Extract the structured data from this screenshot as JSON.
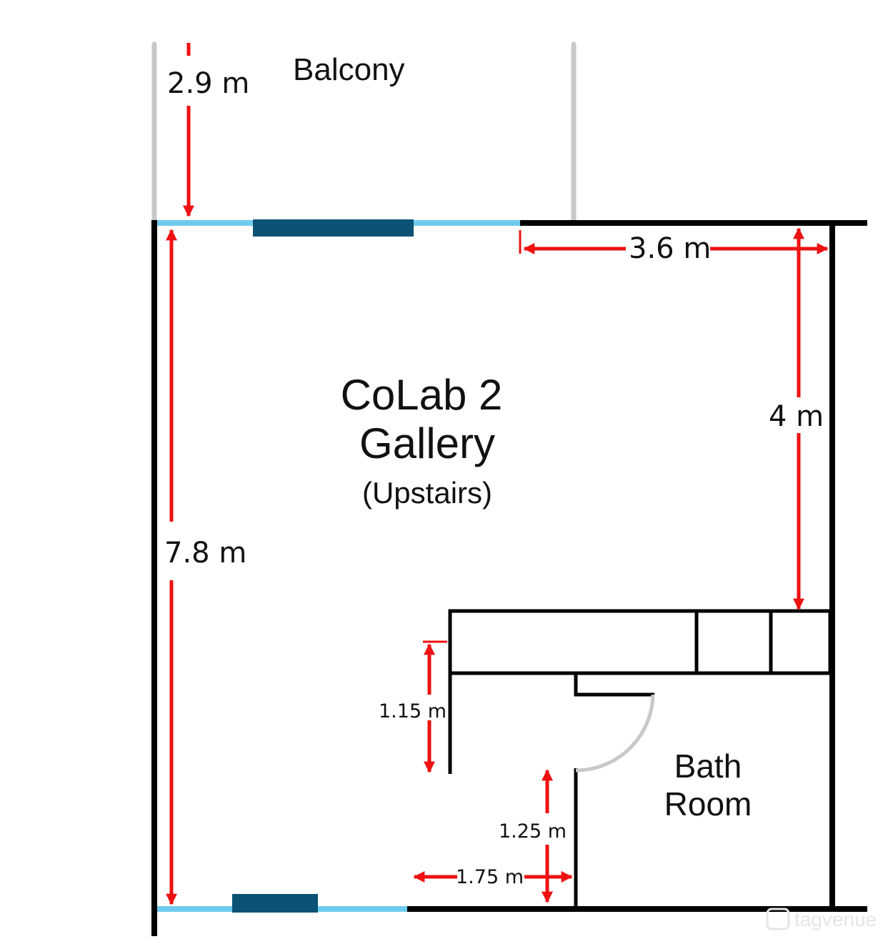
{
  "labels": {
    "balcony": "Balcony",
    "gallery_line1": "CoLab 2",
    "gallery_line2": "Gallery",
    "gallery_line3": "(Upstairs)",
    "bath_line1": "Bath",
    "bath_line2": "Room",
    "watermark": "tagvenue"
  },
  "dimensions": {
    "balcony_depth": "2.9 m",
    "gallery_length": "7.8 m",
    "top_width": "3.6 m",
    "right_depth": "4 m",
    "corridor_wall": "1.15 m",
    "bath_wall": "1.25 m",
    "corridor_width": "1.75 m"
  },
  "colors": {
    "wall": "#000000",
    "balcony_wall": "#c8c8c8",
    "window": "#6fcbee",
    "window_block": "#0b5274",
    "dimension": "#ee1111",
    "door_swing": "#c8c8c8"
  }
}
